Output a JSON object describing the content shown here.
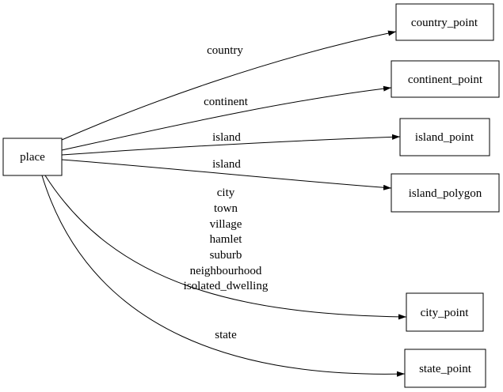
{
  "diagram": {
    "background_color": "#ffffff",
    "stroke_color": "#000000",
    "nodes": [
      {
        "id": "place",
        "label": "place"
      },
      {
        "id": "country_point",
        "label": "country_point"
      },
      {
        "id": "continent_point",
        "label": "continent_point"
      },
      {
        "id": "island_point",
        "label": "island_point"
      },
      {
        "id": "island_polygon",
        "label": "island_polygon"
      },
      {
        "id": "city_point",
        "label": "city_point"
      },
      {
        "id": "state_point",
        "label": "state_point"
      }
    ],
    "edges": [
      {
        "from": "place",
        "to": "country_point",
        "label": "country"
      },
      {
        "from": "place",
        "to": "continent_point",
        "label": "continent"
      },
      {
        "from": "place",
        "to": "island_point",
        "label": "island"
      },
      {
        "from": "place",
        "to": "island_polygon",
        "label": "island"
      },
      {
        "from": "place",
        "to": "city_point",
        "label_lines": [
          "city",
          "town",
          "village",
          "hamlet",
          "suburb",
          "neighbourhood",
          "isolated_dwelling"
        ]
      },
      {
        "from": "place",
        "to": "state_point",
        "label": "state"
      }
    ]
  }
}
